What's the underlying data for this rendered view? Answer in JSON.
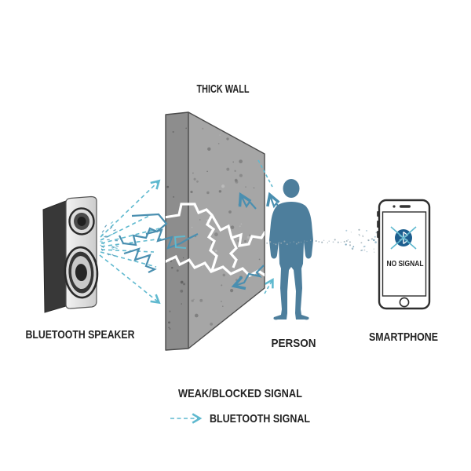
{
  "diagram": {
    "title": "THICK WALL",
    "speaker_label": "BLUETOOTH SPEAKER",
    "person_label": "PERSON",
    "smartphone_label": "SMARTPHONE",
    "phone": {
      "status": "NO SIGNAL",
      "icon": "bluetooth-blocked"
    },
    "legend": {
      "weak_label": "WEAK/BLOCKED SIGNAL",
      "bluetooth_label": "BLUETOOTH SIGNAL"
    },
    "colors": {
      "signal_cyan": "#5fb9cf",
      "signal_blue": "#4a8fb0",
      "person_fill": "#4d7e9c",
      "bluetooth_badge": "#1d5e8e",
      "wall_front": "#a6a6a6",
      "wall_side": "#8d8d8d",
      "wall_edge": "#4b4b4b",
      "crack_white": "#ffffff",
      "weak_dot": "#96a9b3",
      "text": "#222222"
    }
  }
}
